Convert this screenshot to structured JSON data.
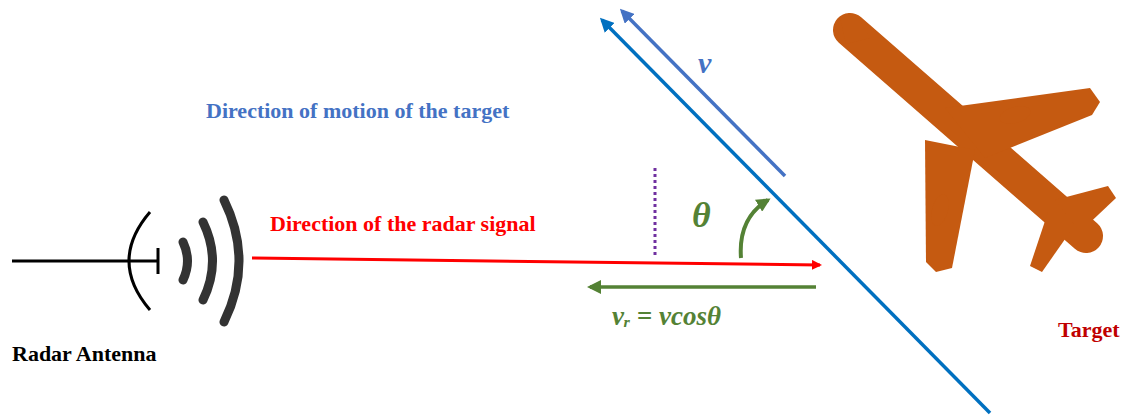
{
  "diagram": {
    "labels": [
      "v",
      "Direction of motion of the target",
      "Direction of the radar signal",
      "θ",
      "vᵣ = vcosθ",
      "Target",
      "Radar Antenna"
    ]
  }
}
